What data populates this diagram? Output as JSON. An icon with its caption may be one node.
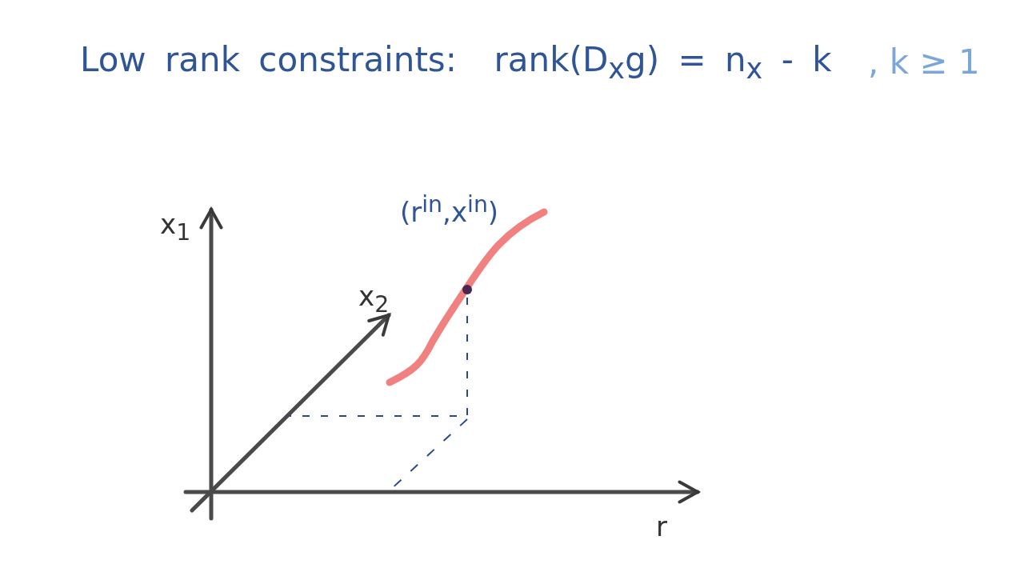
{
  "diagram": {
    "title": "Low rank constraints:  rank(D$_{x}$g) = n$_{x}$ - k",
    "labels": [
      ", k ≥ 1",
      "(r$^{in}$,x$^{in}$)",
      "x$_{1}$",
      "x$_{2}$",
      "r"
    ]
  }
}
